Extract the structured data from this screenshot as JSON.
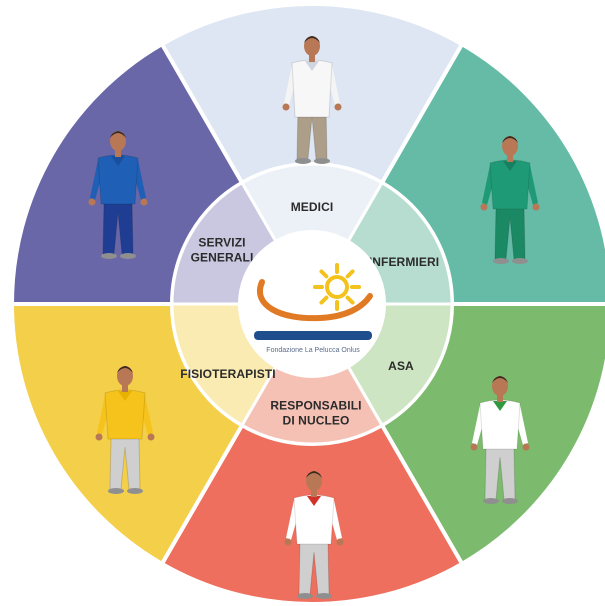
{
  "diagram": {
    "logo": {
      "caption": "Fondazione La Pelucca Onlus",
      "sun_color": "#f4c21c",
      "arc_color": "#e07a24",
      "bar_color": "#1f4e8c"
    },
    "segments": [
      {
        "id": "medici",
        "lines": [
          "MEDICI"
        ],
        "outer_color": "#dde6f2",
        "inner_color": "#ecf1f8",
        "figure": {
          "shirt": "#ffffff",
          "pants": "#ad9e8a",
          "coat": true,
          "collar": "#cfd6e0"
        }
      },
      {
        "id": "infermieri",
        "lines": [
          "INFERMIERI"
        ],
        "outer_color": "#65bba6",
        "inner_color": "#b6ddd0",
        "figure": {
          "shirt": "#1f9a76",
          "pants": "#1b8a64",
          "coat": false,
          "collar": "#168060"
        }
      },
      {
        "id": "asa",
        "lines": [
          "ASA"
        ],
        "outer_color": "#7cbb6e",
        "inner_color": "#cde5c2",
        "figure": {
          "shirt": "#ffffff",
          "pants": "#cfcfcf",
          "coat": false,
          "collar": "#2e9a3f"
        }
      },
      {
        "id": "responsabili",
        "lines": [
          "RESPONSABILI",
          "DI NUCLEO"
        ],
        "outer_color": "#ee6f5d",
        "inner_color": "#f5c1b5",
        "figure": {
          "shirt": "#ffffff",
          "pants": "#cfcfcf",
          "coat": false,
          "collar": "#d2322a"
        }
      },
      {
        "id": "fisioterapisti",
        "lines": [
          "FISIOTERAPISTI"
        ],
        "outer_color": "#f4cf4a",
        "inner_color": "#faebb2",
        "figure": {
          "shirt": "#f6c31c",
          "pants": "#cfcfcf",
          "coat": false,
          "collar": "#e8b300"
        }
      },
      {
        "id": "servizi",
        "lines": [
          "SERVIZI",
          "GENERALI"
        ],
        "outer_color": "#6a67a8",
        "inner_color": "#c9c8e0",
        "figure": {
          "shirt": "#1f5fb5",
          "pants": "#1f3e93",
          "coat": false,
          "collar": "#1a4f9e"
        }
      }
    ]
  }
}
